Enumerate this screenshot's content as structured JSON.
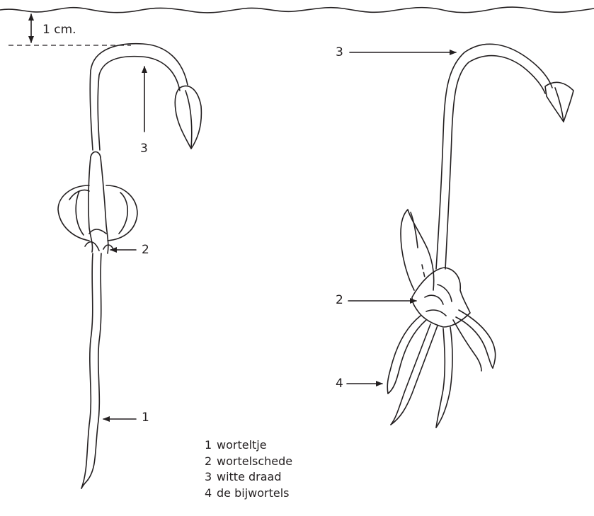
{
  "scale_label": "1 cm.",
  "callouts": {
    "left_3": "3",
    "left_2": "2",
    "left_1": "1",
    "right_3": "3",
    "right_2": "2",
    "right_4": "4"
  },
  "legend": [
    {
      "num": "1",
      "text": "worteltje"
    },
    {
      "num": "2",
      "text": "wortelschede"
    },
    {
      "num": "3",
      "text": "witte draad"
    },
    {
      "num": "4",
      "text": "de bijwortels"
    }
  ]
}
